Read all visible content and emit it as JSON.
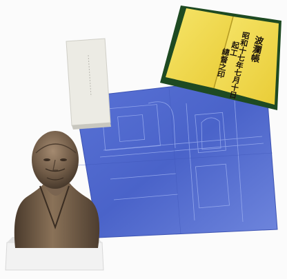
{
  "photo": {
    "items": [
      {
        "name": "ledger-book",
        "cover_color": "#1e4a22",
        "page_color": "#f3dd4d"
      },
      {
        "name": "paper-envelope",
        "color": "#ecebe4"
      },
      {
        "name": "blueprint-sheet",
        "color": "#4a63c9"
      },
      {
        "name": "bronze-bust",
        "color": "#6f5a46"
      },
      {
        "name": "pedestal",
        "color": "#f0f0f0"
      }
    ],
    "ledger_text": {
      "right_column": "波瀾帳",
      "middle_column": "昭和十七年七月十日",
      "inner_column": "起工",
      "left_column": "總督之印"
    }
  }
}
